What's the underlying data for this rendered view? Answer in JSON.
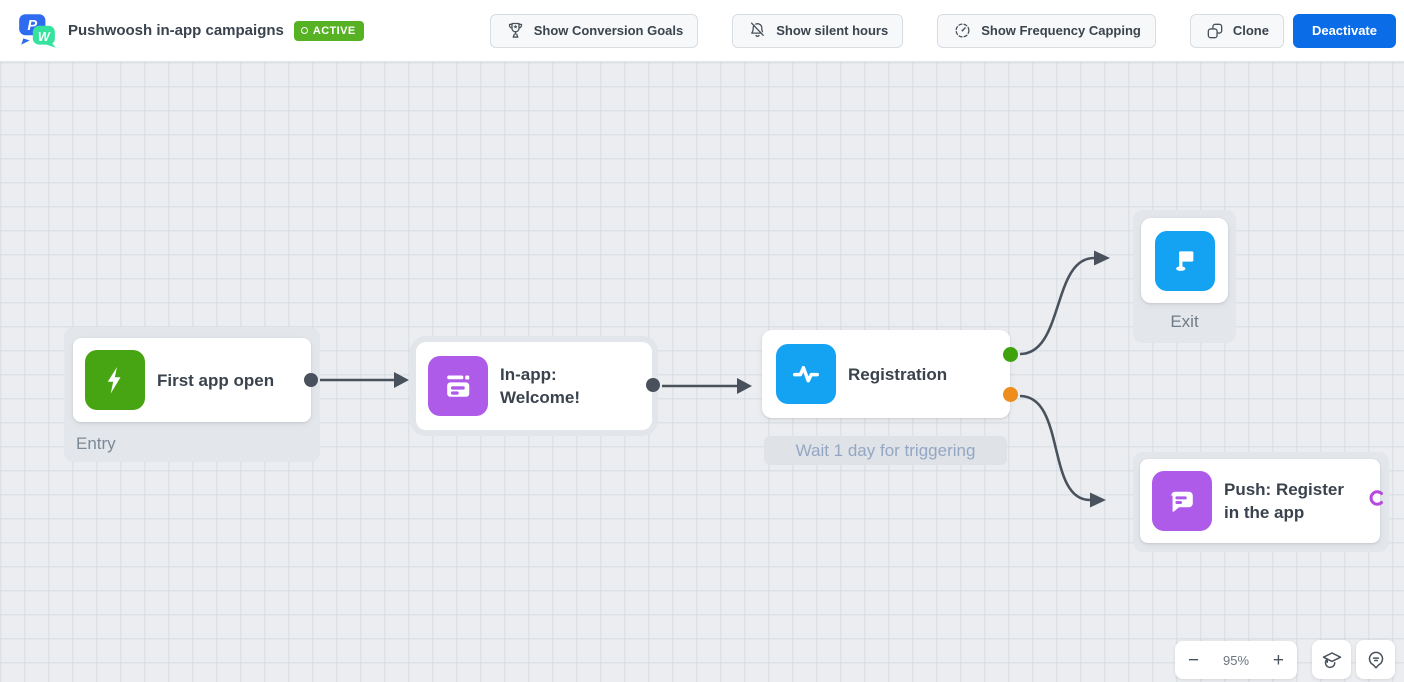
{
  "header": {
    "title": "Pushwoosh in-app campaigns",
    "status_badge": "ACTIVE",
    "buttons": {
      "show_conversion_goals": "Show Conversion Goals",
      "show_silent_hours": "Show silent hours",
      "show_frequency_capping": "Show Frequency Capping",
      "clone": "Clone",
      "deactivate": "Deactivate"
    }
  },
  "canvas": {
    "nodes": {
      "entry": {
        "title": "First app open",
        "group_label": "Entry",
        "icon": "lightning-icon",
        "icon_color": "#47a513"
      },
      "inapp": {
        "title": "In-app:\nWelcome!",
        "icon": "inapp-message-icon",
        "icon_color": "#ad5be8"
      },
      "registration": {
        "title": "Registration",
        "icon": "activity-pulse-icon",
        "icon_color": "#14a2f2",
        "wait_label": "Wait 1 day for triggering",
        "port_success_color": "#3fa30d",
        "port_timeout_color": "#ee8c1c"
      },
      "exit": {
        "group_label": "Exit",
        "icon": "flag-icon",
        "icon_color": "#14a2f2"
      },
      "push": {
        "title": "Push: Register\nin the app",
        "icon": "push-message-icon",
        "icon_color": "#ad5be8",
        "port_color": "#b44bdb"
      }
    }
  },
  "footer_controls": {
    "zoom_out": "−",
    "zoom_level": "95%",
    "zoom_in": "+"
  },
  "colors": {
    "brand_blue": "#2e6bf0",
    "brand_mint": "#35e29e",
    "status_active_green": "#57b223",
    "primary_button_blue": "#0b6ce8",
    "connector_gray": "#49525c",
    "canvas_background": "#ebedf0"
  }
}
